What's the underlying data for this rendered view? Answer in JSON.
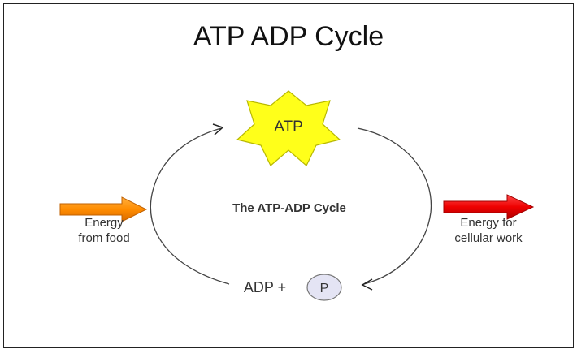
{
  "slide": {
    "title": "ATP ADP Cycle"
  },
  "diagram": {
    "center_label": "The ATP-ADP Cycle",
    "atp_label": "ATP",
    "adp_label": "ADP +",
    "phosphate_label": "P",
    "input_label_line1": "Energy",
    "input_label_line2": "from food",
    "output_label_line1": "Energy for",
    "output_label_line2": "cellular work",
    "colors": {
      "star_fill": "#ffff1a",
      "star_stroke": "#b8b800",
      "input_arrow": "#ff8c00",
      "output_arrow": "#ee0000",
      "phosphate_fill": "#e4e4f4"
    }
  }
}
